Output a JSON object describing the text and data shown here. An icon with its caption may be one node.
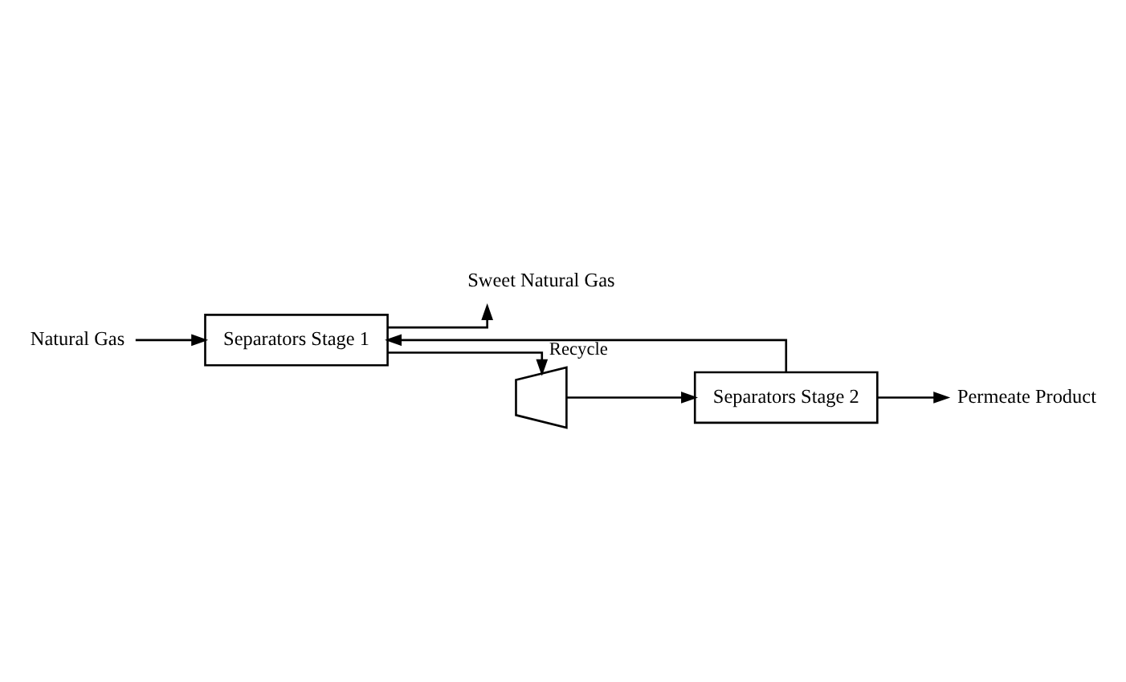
{
  "diagram": {
    "nodes": [
      {
        "text": [
          "Natural Gas"
        ]
      },
      {
        "text": [
          "Separators Stage 1"
        ]
      },
      {
        "text": [
          "Sweet Natural Gas"
        ]
      },
      {
        "text": [],
        "shape": "trapezoid"
      },
      {
        "text": [
          "Separators Stage 2"
        ]
      },
      {
        "text": [
          "Permeate Product"
        ]
      }
    ],
    "edges": [
      {
        "from": 0,
        "to": 1,
        "arrow": "to"
      },
      {
        "from": 1,
        "to": 2,
        "arrow": "to"
      },
      {
        "from": 1,
        "to": 3,
        "arrow": "to"
      },
      {
        "from": 3,
        "to": 4,
        "arrow": "to"
      },
      {
        "from": 4,
        "to": 5,
        "arrow": "to"
      },
      {
        "from": 4,
        "to": 1,
        "arrow": "to",
        "label": "Recycle"
      }
    ]
  }
}
